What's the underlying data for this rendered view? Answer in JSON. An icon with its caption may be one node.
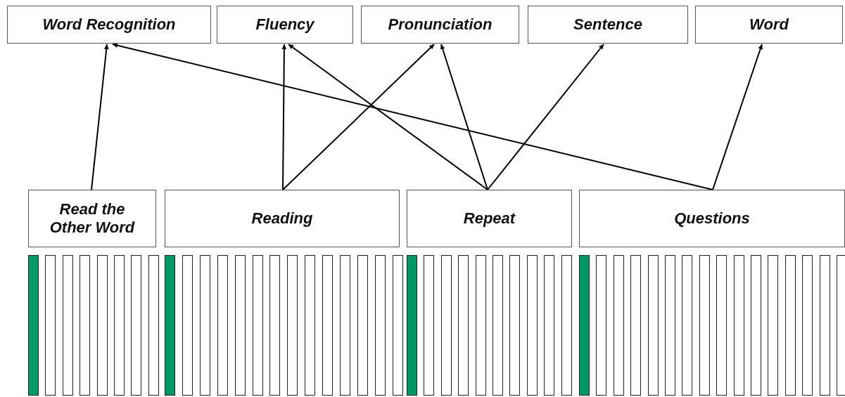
{
  "diagram": {
    "nodes": [
      {
        "text": [
          "Word Recognition"
        ]
      },
      {
        "text": [
          "Fluency"
        ]
      },
      {
        "text": [
          "Pronunciation"
        ]
      },
      {
        "text": [
          "Sentence"
        ]
      },
      {
        "text": [
          "Word"
        ]
      },
      {
        "text": [
          "Read the Other Word"
        ]
      },
      {
        "text": [
          "Reading"
        ]
      },
      {
        "text": [
          "Repeat"
        ]
      },
      {
        "text": [
          "Questions"
        ]
      },
      {
        "text": [],
        "shape": "bar"
      },
      {
        "text": [],
        "shape": "bar"
      },
      {
        "text": [],
        "shape": "bar"
      },
      {
        "text": [],
        "shape": "bar"
      },
      {
        "text": [],
        "shape": "bar"
      },
      {
        "text": [],
        "shape": "bar"
      },
      {
        "text": [],
        "shape": "bar"
      },
      {
        "text": [],
        "shape": "bar"
      },
      {
        "text": [],
        "shape": "bar"
      },
      {
        "text": [],
        "shape": "bar"
      },
      {
        "text": [],
        "shape": "bar"
      },
      {
        "text": [],
        "shape": "bar"
      },
      {
        "text": [],
        "shape": "bar"
      },
      {
        "text": [],
        "shape": "bar"
      },
      {
        "text": [],
        "shape": "bar"
      },
      {
        "text": [],
        "shape": "bar"
      },
      {
        "text": [],
        "shape": "bar"
      },
      {
        "text": [],
        "shape": "bar"
      },
      {
        "text": [],
        "shape": "bar"
      },
      {
        "text": [],
        "shape": "bar"
      },
      {
        "text": [],
        "shape": "bar"
      },
      {
        "text": [],
        "shape": "bar"
      },
      {
        "text": [],
        "shape": "bar"
      },
      {
        "text": [],
        "shape": "bar"
      },
      {
        "text": [],
        "shape": "bar"
      },
      {
        "text": [],
        "shape": "bar"
      },
      {
        "text": [],
        "shape": "bar"
      },
      {
        "text": [],
        "shape": "bar"
      },
      {
        "text": [],
        "shape": "bar"
      },
      {
        "text": [],
        "shape": "bar"
      },
      {
        "text": [],
        "shape": "bar"
      },
      {
        "text": [],
        "shape": "bar"
      },
      {
        "text": [],
        "shape": "bar"
      },
      {
        "text": [],
        "shape": "bar"
      },
      {
        "text": [],
        "shape": "bar"
      },
      {
        "text": [],
        "shape": "bar"
      },
      {
        "text": [],
        "shape": "bar"
      },
      {
        "text": [],
        "shape": "bar"
      },
      {
        "text": [],
        "shape": "bar"
      },
      {
        "text": [],
        "shape": "bar"
      },
      {
        "text": [],
        "shape": "bar"
      },
      {
        "text": [],
        "shape": "bar"
      },
      {
        "text": [],
        "shape": "bar"
      },
      {
        "text": [],
        "shape": "bar"
      },
      {
        "text": [],
        "shape": "bar"
      },
      {
        "text": [],
        "shape": "bar"
      },
      {
        "text": [],
        "shape": "bar"
      },
      {
        "text": [],
        "shape": "bar"
      }
    ],
    "edges": [
      {
        "from": 5,
        "to": 0,
        "arrow": "to"
      },
      {
        "from": 6,
        "to": 1,
        "arrow": "to"
      },
      {
        "from": 6,
        "to": 2,
        "arrow": "to"
      },
      {
        "from": 7,
        "to": 1,
        "arrow": "to"
      },
      {
        "from": 7,
        "to": 2,
        "arrow": "to"
      },
      {
        "from": 7,
        "to": 3,
        "arrow": "to"
      },
      {
        "from": 8,
        "to": 0,
        "arrow": "to"
      },
      {
        "from": 8,
        "to": 4,
        "arrow": "to"
      }
    ]
  }
}
